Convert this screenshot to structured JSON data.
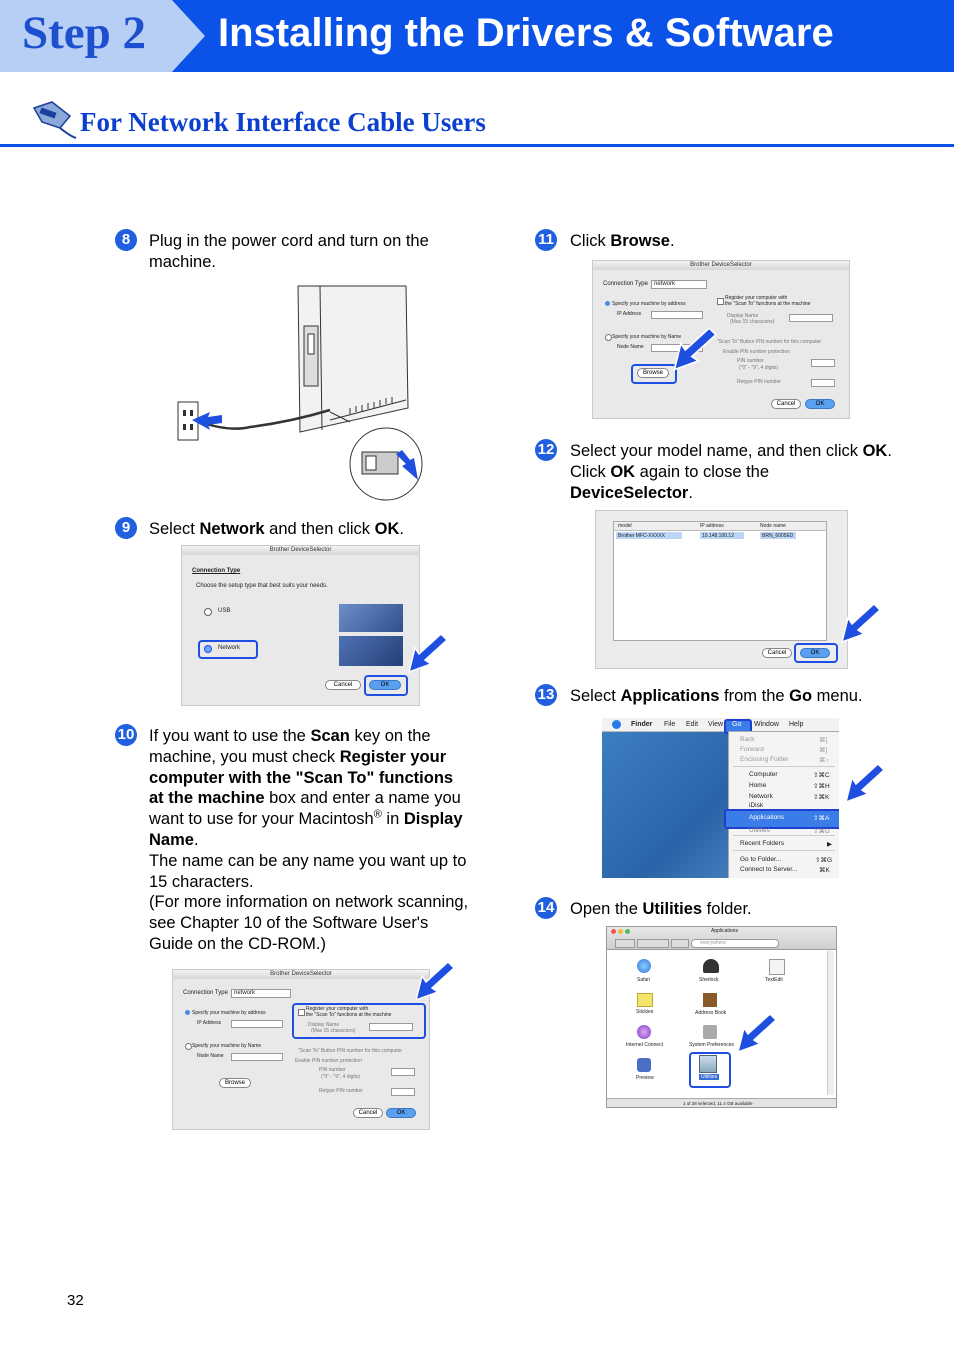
{
  "header": {
    "step_label": "Step 2",
    "title": "Installing the Drivers & Software"
  },
  "section": {
    "title": "For Network Interface Cable Users"
  },
  "steps": {
    "s8": {
      "number": "8",
      "line1": "Plug in the power cord and turn on the",
      "line2": "machine."
    },
    "s9": {
      "number": "9",
      "pre": "Select ",
      "b1": "Network",
      "mid": " and then click ",
      "b2": "OK",
      "post": "."
    },
    "s10": {
      "number": "10",
      "l1_pre": "If you want to use the ",
      "l1_b": "Scan",
      "l1_post": " key on the",
      "l2_pre": "machine, you must check ",
      "l2_b": "Register your",
      "l3_b": "computer with the \"Scan To\" functions",
      "l4_b": "at the machine",
      "l4_post": " box and enter a name you",
      "l5_pre": "want to use for your Macintosh",
      "l5_sup": "®",
      "l5_mid": " in ",
      "l5_b": "Display",
      "l6_b": "Name",
      "l6_post": ".",
      "l7": "The name can be any name you want up to",
      "l8": "15 characters.",
      "l9": "(For more information on network scanning,",
      "l10": "see Chapter 10 of the Software User's",
      "l11": "Guide on the CD-ROM.)"
    },
    "s11": {
      "number": "11",
      "pre": "Click ",
      "b": "Browse",
      "post": "."
    },
    "s12": {
      "number": "12",
      "l1_pre": "Select your model name, and then click ",
      "l1_b": "OK",
      "l1_post": ".",
      "l2_pre": "Click ",
      "l2_b": "OK",
      "l2_post": " again to close the",
      "l3_b": "DeviceSelector",
      "l3_post": "."
    },
    "s13": {
      "number": "13",
      "pre": "Select ",
      "b1": "Applications",
      "mid": " from the ",
      "b2": "Go",
      "post": " menu."
    },
    "s14": {
      "number": "14",
      "pre": "Open the ",
      "b": "Utilities",
      "post": " folder."
    }
  },
  "shot9": {
    "title": "Brother DeviceSelector",
    "heading": "Connection Type",
    "desc": "Choose the setup type that best suits your needs.",
    "opt_usb": "USB",
    "opt_network": "Network",
    "cancel": "Cancel",
    "ok": "OK"
  },
  "shot10": {
    "title": "Brother DeviceSelector",
    "conn_type": "Connection Type",
    "conn_value": "network",
    "by_address": "Specify your machine by address",
    "ip_address": "IP Address",
    "by_name": "Specify your machine by Name",
    "node_name": "Node Name",
    "register": "Register your computer with",
    "register2": "the \"Scan To\" functions at the machine",
    "display_name": "Display Name",
    "max_chars": "(Max 15 characters)",
    "pin_title": "\"Scan To\" Button PIN number for this computer",
    "enable_pin": "Enable PIN number protection",
    "pin_number": "PIN number",
    "pin_hint": "(\"0\" - \"9\", 4 digits)",
    "retype_pin": "Retype PIN number",
    "browse": "Browse",
    "cancel": "Cancel",
    "ok": "OK"
  },
  "shot12": {
    "col_model": "model",
    "col_ip": "IP address",
    "col_node": "Node name",
    "row_model": "Brother MFC-XXXXX",
    "row_ip": "10.148.100.12",
    "row_node": "BRN_6005ED",
    "cancel": "Cancel",
    "ok": "OK"
  },
  "shot13": {
    "menubar": [
      "Finder",
      "File",
      "Edit",
      "View",
      "Go",
      "Window",
      "Help"
    ],
    "items": [
      {
        "label": "Back",
        "key": "⌘["
      },
      {
        "label": "Forward",
        "key": "⌘]"
      },
      {
        "label": "Enclosing Folder",
        "key": "⌘↑"
      },
      {
        "label": "Computer",
        "key": "⇧⌘C"
      },
      {
        "label": "Home",
        "key": "⇧⌘H"
      },
      {
        "label": "Network",
        "key": "⇧⌘K"
      },
      {
        "label": "iDisk",
        "key": ""
      },
      {
        "label": "Applications",
        "key": "⇧⌘A"
      },
      {
        "label": "Utilities",
        "key": "⇧⌘U"
      },
      {
        "label": "Recent Folders",
        "key": "▶"
      },
      {
        "label": "Go to Folder...",
        "key": "⇧⌘G"
      },
      {
        "label": "Connect to Server...",
        "key": "⌘K"
      }
    ]
  },
  "shot14": {
    "title": "Applications",
    "search_placeholder": "everywhere",
    "apps": [
      "Safari",
      "Sherlock",
      "TextEdit",
      "Stickies",
      "Address Book",
      "Internet Connect",
      "System Preferences",
      "Preview",
      "Utilities"
    ],
    "status": "1 of 28 selected, 11.4 GB available"
  },
  "page_number": "32"
}
